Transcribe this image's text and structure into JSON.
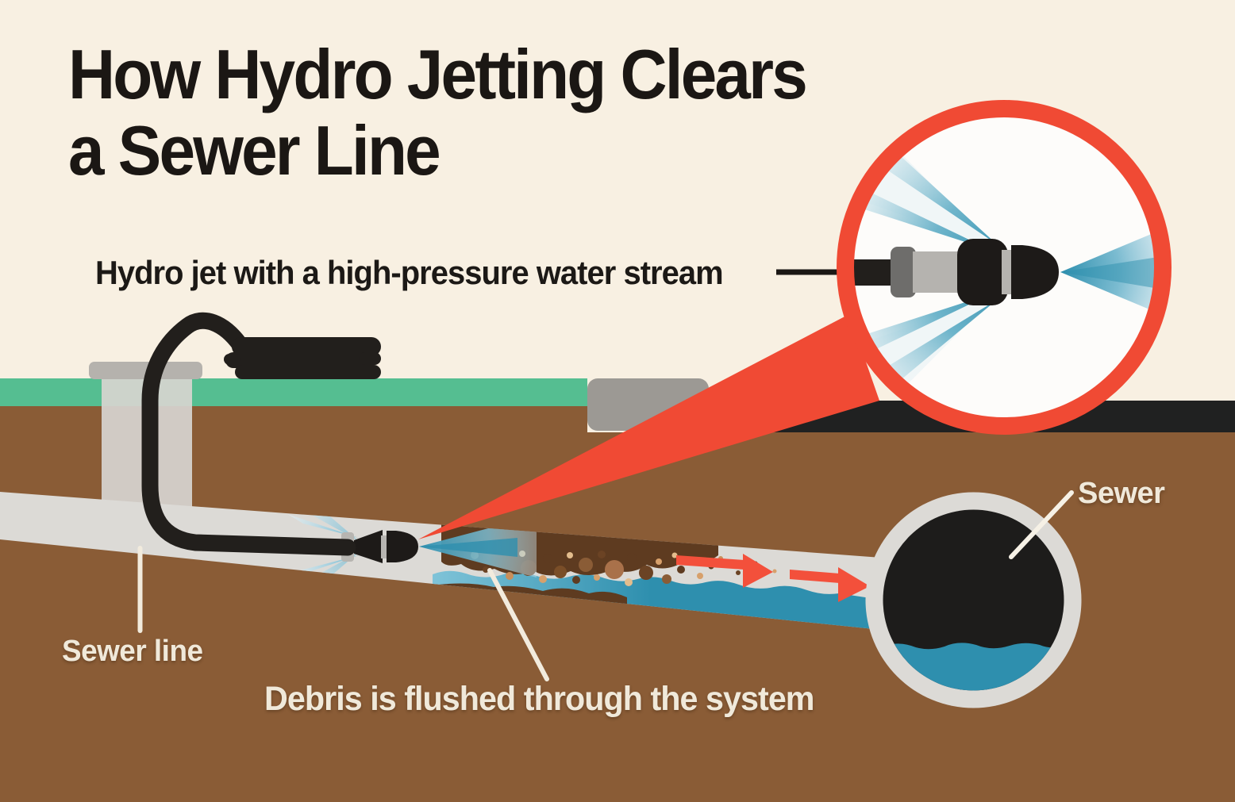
{
  "title": {
    "line1": "How Hydro Jetting Clears",
    "line2": "a Sewer Line"
  },
  "callouts": {
    "hydro_jet": "Hydro jet with a high-pressure water stream",
    "sewer_line": "Sewer line",
    "debris": "Debris is flushed through the system",
    "sewer": "Sewer"
  },
  "colors": {
    "background_cream": "#f8f0e2",
    "accent_red": "#f04a34",
    "water_teal": "#2e8fae",
    "grass_green": "#55be91",
    "soil_brown": "#8a5c36",
    "pipe_gray": "#dcdad6",
    "asphalt_black": "#202121",
    "hose_black": "#221f1c",
    "clog_brown": "#5e3b20",
    "label_cream": "#f0e9da",
    "text_black": "#1b1714"
  }
}
